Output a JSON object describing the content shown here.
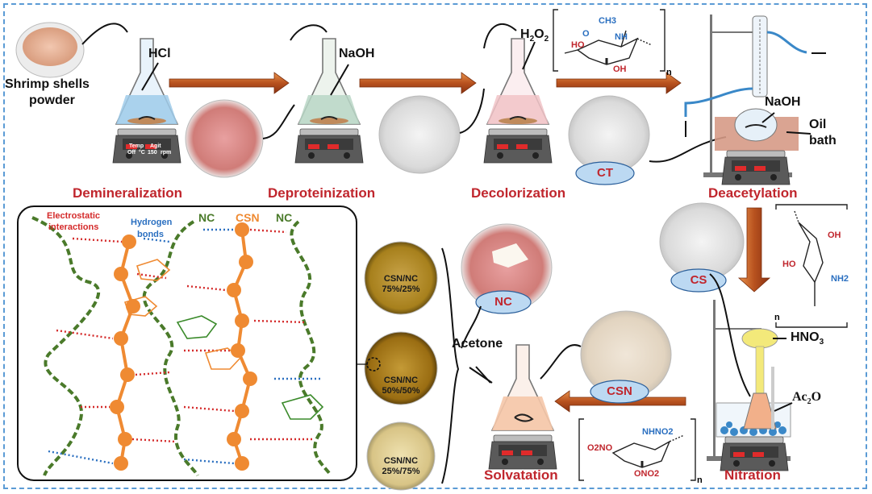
{
  "steps": {
    "demineralization": "Demineralization",
    "deproteinization": "Deproteinization",
    "decolorization": "Decolorization",
    "deacetylation": "Deacetylation",
    "nitration": "Nitration",
    "solvatation": "Solvatation"
  },
  "reagents": {
    "shrimp_line1": "Shrimp shells",
    "shrimp_line2": "powder",
    "hcl": "HCl",
    "naoh_1": "NaOH",
    "h2o2": "H",
    "h2o2_sub": "2",
    "h2o2_mid": "O",
    "h2o2_sub2": "2",
    "naoh_2": "NaOH",
    "oil": "Oil",
    "bath": "bath",
    "hno3": "HNO",
    "hno3_sub": "3",
    "ac2o": "Ac",
    "ac2o_sub": "2",
    "ac2o_end": "O",
    "acetone": "Acetone"
  },
  "products": {
    "ct": "CT",
    "cs": "CS",
    "nc": "NC",
    "csn": "CSN"
  },
  "hotplate": {
    "temp": "Temp",
    "agit": "Agit",
    "off": "Off",
    "degc": "°C",
    "rpm_val": "150",
    "rpm": "rpm"
  },
  "interactions": {
    "electrostatic_1": "Electrostatic",
    "electrostatic_2": "interactions",
    "hydrogen_1": "Hydrogen",
    "hydrogen_2": "bonds",
    "nc_left": "NC",
    "csn_mid": "CSN",
    "nc_right": "NC"
  },
  "blends": [
    {
      "line1": "CSN/NC",
      "line2": "75%/25%"
    },
    {
      "line1": "CSN/NC",
      "line2": "50%/50%"
    },
    {
      "line1": "CSN/NC",
      "line2": "25%/75%"
    }
  ],
  "structures": {
    "chitin_ch3": "CH3",
    "chitin_nh": "NH",
    "chitin_o": "O",
    "ho": "HO",
    "oh": "OH",
    "n": "n",
    "nh2": "NH2",
    "nhno2": "NHNO2",
    "o2no": "O2NO",
    "ono2": "ONO2",
    "ono2_label": "ONO",
    "o2n_label": "O2N"
  },
  "colors": {
    "step_red": "#c0262d",
    "arrow_brown": "#a0441a",
    "nc_green": "#4a7a2a",
    "csn_orange": "#ef8a32",
    "electrostatic_red": "#d42a2a",
    "hydrogen_blue": "#2a6fc0",
    "label_blue": "#9ec8ee",
    "frame_blue": "#5b9bd5"
  }
}
